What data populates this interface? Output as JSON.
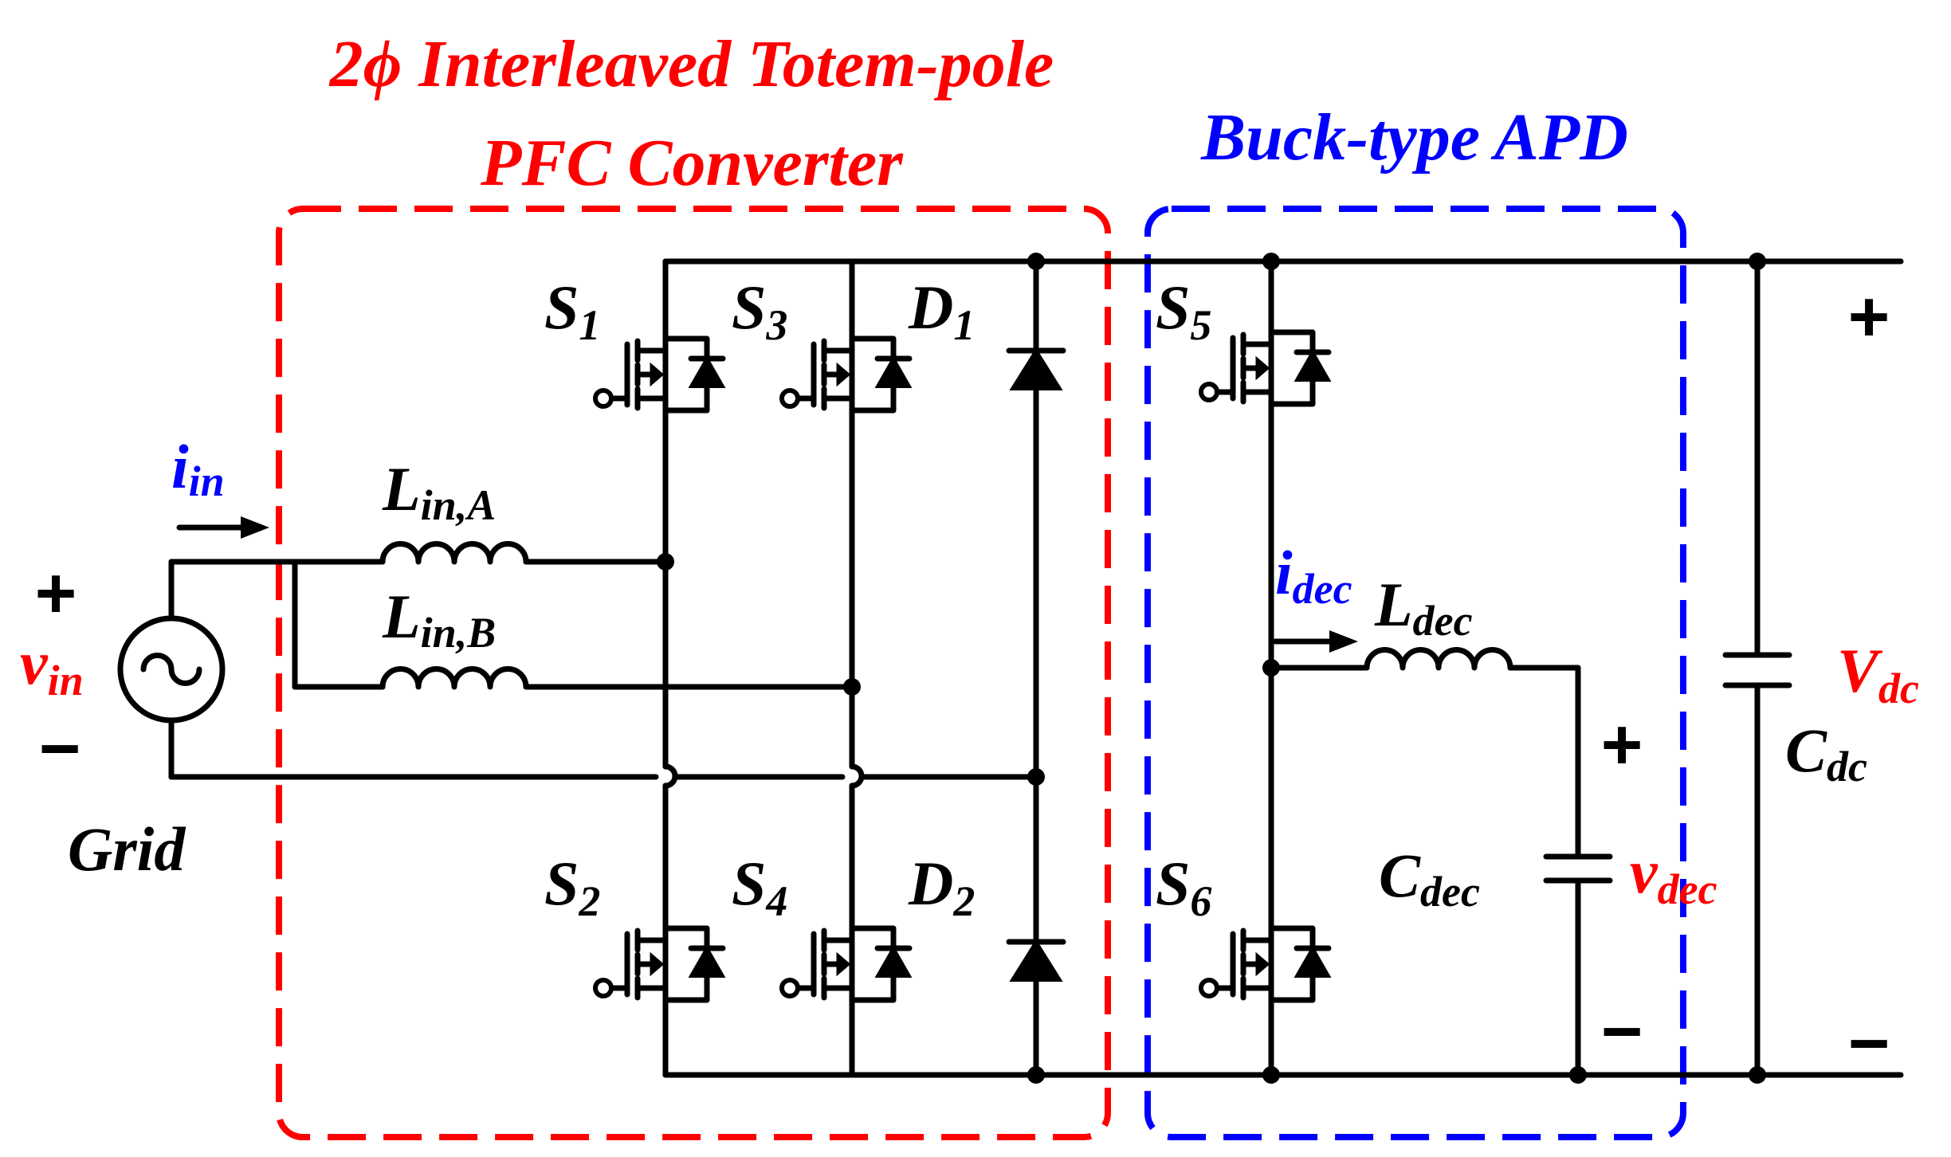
{
  "titles": {
    "pfc_line1": "2ϕ Interleaved Totem-pole",
    "pfc_line2": "PFC Converter",
    "apd": "Buck-type APD"
  },
  "labels": {
    "grid": "Grid",
    "s1": {
      "main": "S",
      "sub": "1"
    },
    "s2": {
      "main": "S",
      "sub": "2"
    },
    "s3": {
      "main": "S",
      "sub": "3"
    },
    "s4": {
      "main": "S",
      "sub": "4"
    },
    "s5": {
      "main": "S",
      "sub": "5"
    },
    "s6": {
      "main": "S",
      "sub": "6"
    },
    "d1": {
      "main": "D",
      "sub": "1"
    },
    "d2": {
      "main": "D",
      "sub": "2"
    },
    "lina": {
      "main": "L",
      "sub": "in,A"
    },
    "linb": {
      "main": "L",
      "sub": "in,B"
    },
    "ldec": {
      "main": "L",
      "sub": "dec"
    },
    "iin": {
      "main": "i",
      "sub": "in"
    },
    "idec": {
      "main": "i",
      "sub": "dec"
    },
    "vin": {
      "main": "v",
      "sub": "in"
    },
    "vdec": {
      "main": "v",
      "sub": "dec"
    },
    "vdc": {
      "main": "V",
      "sub": "dc"
    },
    "cdec": {
      "main": "C",
      "sub": "dec"
    },
    "cdc": {
      "main": "C",
      "sub": "dc"
    }
  },
  "signs": {
    "plus": "+",
    "minus": "−"
  },
  "colors": {
    "pfc_box": "#ff0000",
    "apd_box": "#0000ff",
    "wire": "#000000"
  }
}
